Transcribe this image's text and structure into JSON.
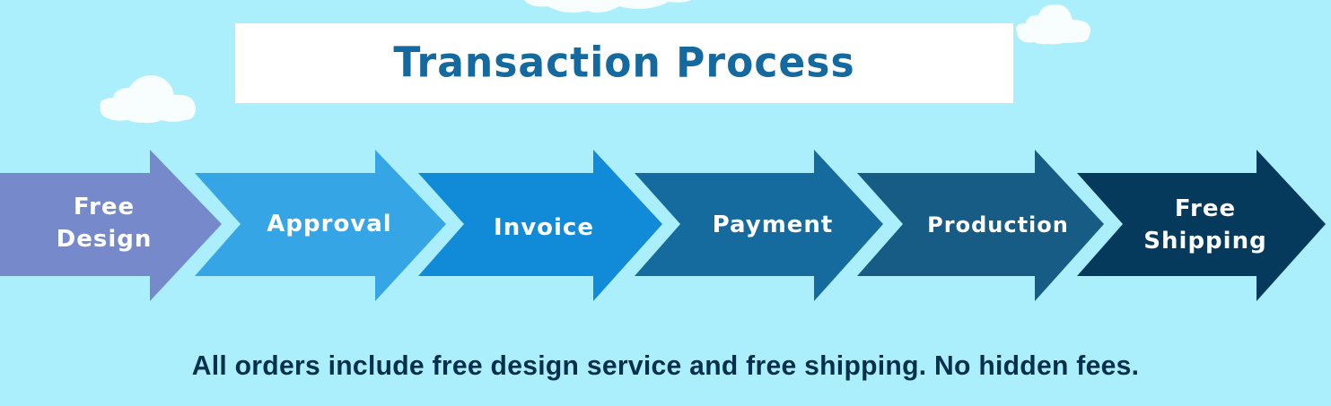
{
  "title": "Transaction Process",
  "steps": [
    {
      "label_line1": "Free",
      "label_line2": "Design",
      "color": "#7589cb"
    },
    {
      "label_line1": "Approval",
      "label_line2": "",
      "color": "#36a5e6"
    },
    {
      "label_line1": "Invoice",
      "label_line2": "",
      "color": "#118ad8"
    },
    {
      "label_line1": "Payment",
      "label_line2": "",
      "color": "#166b9e"
    },
    {
      "label_line1": "Production",
      "label_line2": "",
      "color": "#175c84"
    },
    {
      "label_line1": "Free",
      "label_line2": "Shipping",
      "color": "#053a5c"
    }
  ],
  "footer": "All orders include free design service and free shipping. No hidden fees.",
  "colors": {
    "background": "#abeffc",
    "title_text": "#146a9e",
    "footer_text": "#05304d",
    "cloud": "#f8fdfe"
  }
}
